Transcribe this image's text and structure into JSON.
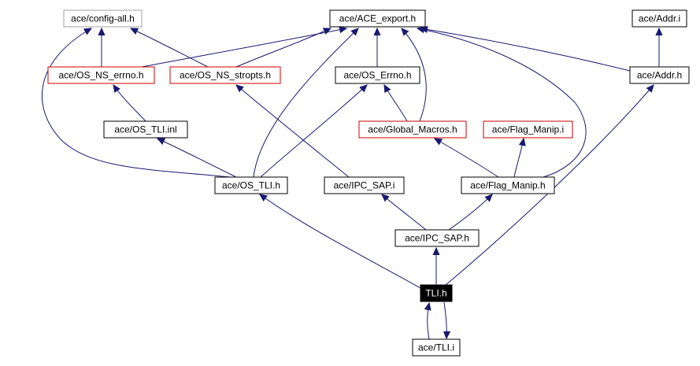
{
  "nodes": [
    {
      "id": "config_all",
      "label": "ace/config-all.h",
      "style": "grey"
    },
    {
      "id": "ace_export",
      "label": "ace/ACE_export.h",
      "style": "normal"
    },
    {
      "id": "addr_i",
      "label": "ace/Addr.i",
      "style": "normal"
    },
    {
      "id": "os_ns_errno",
      "label": "ace/OS_NS_errno.h",
      "style": "red"
    },
    {
      "id": "os_ns_stropts",
      "label": "ace/OS_NS_stropts.h",
      "style": "red"
    },
    {
      "id": "os_errno",
      "label": "ace/OS_Errno.h",
      "style": "normal"
    },
    {
      "id": "addr_h",
      "label": "ace/Addr.h",
      "style": "normal"
    },
    {
      "id": "os_tli_inl",
      "label": "ace/OS_TLI.inl",
      "style": "normal"
    },
    {
      "id": "global_macros",
      "label": "ace/Global_Macros.h",
      "style": "red"
    },
    {
      "id": "flag_manip_i",
      "label": "ace/Flag_Manip.i",
      "style": "red"
    },
    {
      "id": "os_tli_h",
      "label": "ace/OS_TLI.h",
      "style": "normal"
    },
    {
      "id": "ipc_sap_i",
      "label": "ace/IPC_SAP.i",
      "style": "normal"
    },
    {
      "id": "flag_manip_h",
      "label": "ace/Flag_Manip.h",
      "style": "normal"
    },
    {
      "id": "ipc_sap_h",
      "label": "ace/IPC_SAP.h",
      "style": "normal"
    },
    {
      "id": "tli_h",
      "label": "TLI.h",
      "style": "focus"
    },
    {
      "id": "tli_i",
      "label": "ace/TLI.i",
      "style": "normal"
    }
  ],
  "edges": [
    {
      "from": "os_ns_errno",
      "to": "config_all"
    },
    {
      "from": "os_ns_errno",
      "to": "ace_export"
    },
    {
      "from": "os_ns_stropts",
      "to": "config_all"
    },
    {
      "from": "os_ns_stropts",
      "to": "ace_export"
    },
    {
      "from": "os_errno",
      "to": "ace_export"
    },
    {
      "from": "addr_h",
      "to": "ace_export"
    },
    {
      "from": "addr_h",
      "to": "addr_i"
    },
    {
      "from": "os_tli_inl",
      "to": "os_ns_errno"
    },
    {
      "from": "global_macros",
      "to": "os_errno"
    },
    {
      "from": "global_macros",
      "to": "ace_export"
    },
    {
      "from": "os_tli_h",
      "to": "config_all"
    },
    {
      "from": "os_tli_h",
      "to": "ace_export"
    },
    {
      "from": "os_tli_h",
      "to": "os_tli_inl"
    },
    {
      "from": "os_tli_h",
      "to": "os_errno"
    },
    {
      "from": "ipc_sap_i",
      "to": "os_ns_stropts"
    },
    {
      "from": "flag_manip_h",
      "to": "global_macros"
    },
    {
      "from": "flag_manip_h",
      "to": "flag_manip_i"
    },
    {
      "from": "flag_manip_h",
      "to": "ace_export"
    },
    {
      "from": "ipc_sap_h",
      "to": "ipc_sap_i"
    },
    {
      "from": "ipc_sap_h",
      "to": "flag_manip_h"
    },
    {
      "from": "tli_h",
      "to": "os_tli_h"
    },
    {
      "from": "tli_h",
      "to": "ipc_sap_h"
    },
    {
      "from": "tli_h",
      "to": "addr_h"
    },
    {
      "from": "tli_h",
      "to": "tli_i"
    },
    {
      "from": "tli_i",
      "to": "tli_h"
    }
  ],
  "colors": {
    "edge": "#191970",
    "red_border": "#cc0000",
    "grey_border": "#a0a0a0",
    "black_border": "#000000",
    "focus_fill": "#000000",
    "focus_text": "#ffffff"
  }
}
